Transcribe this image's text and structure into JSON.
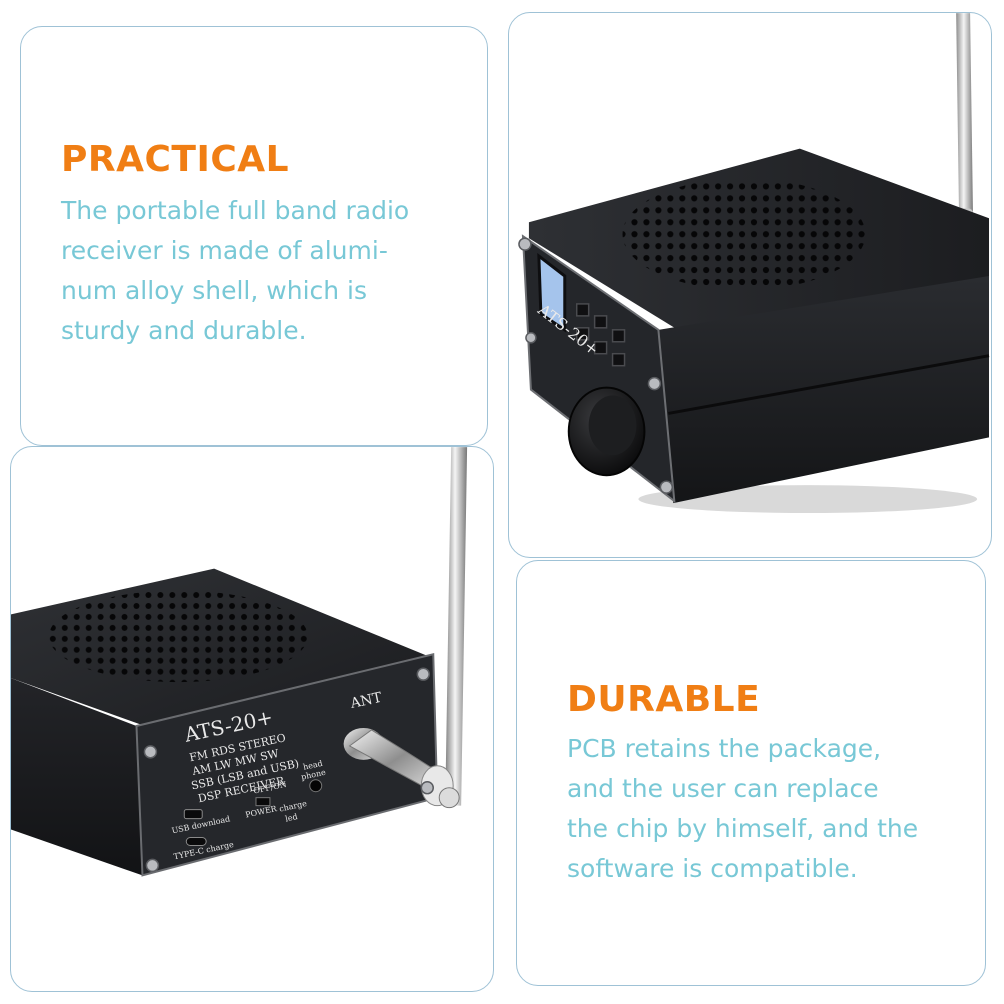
{
  "colors": {
    "heading": "#f07e14",
    "body_text": "#78c8d6",
    "card_border": "#9fc2d6",
    "device_black": "#1e1f22"
  },
  "practical": {
    "heading": "PRACTICAL",
    "lines": [
      "The portable full band radio",
      "receiver is made of alumi-",
      "num alloy shell, which is",
      "sturdy and durable."
    ]
  },
  "durable": {
    "heading": "DURABLE",
    "lines": [
      "PCB retains the package,",
      "and the user can replace",
      "the chip by himself, and the",
      "software is compatible."
    ]
  },
  "front_panel": {
    "model": "ATS-20+",
    "bands": [
      "FM RDS STEREO",
      "AM LW MW SW",
      "SSB (LSB and USB)",
      "DSP RECEIVER"
    ],
    "ant": "ANT",
    "headphone_1": "head",
    "headphone_2": "phone",
    "off_on": "OFF/ON",
    "power": "POWER",
    "charge_1": "charge",
    "charge_2": "led",
    "usb": "USB download",
    "typec": "TYPE-C charge"
  },
  "angle_panel": {
    "model": "ATS-20+"
  }
}
